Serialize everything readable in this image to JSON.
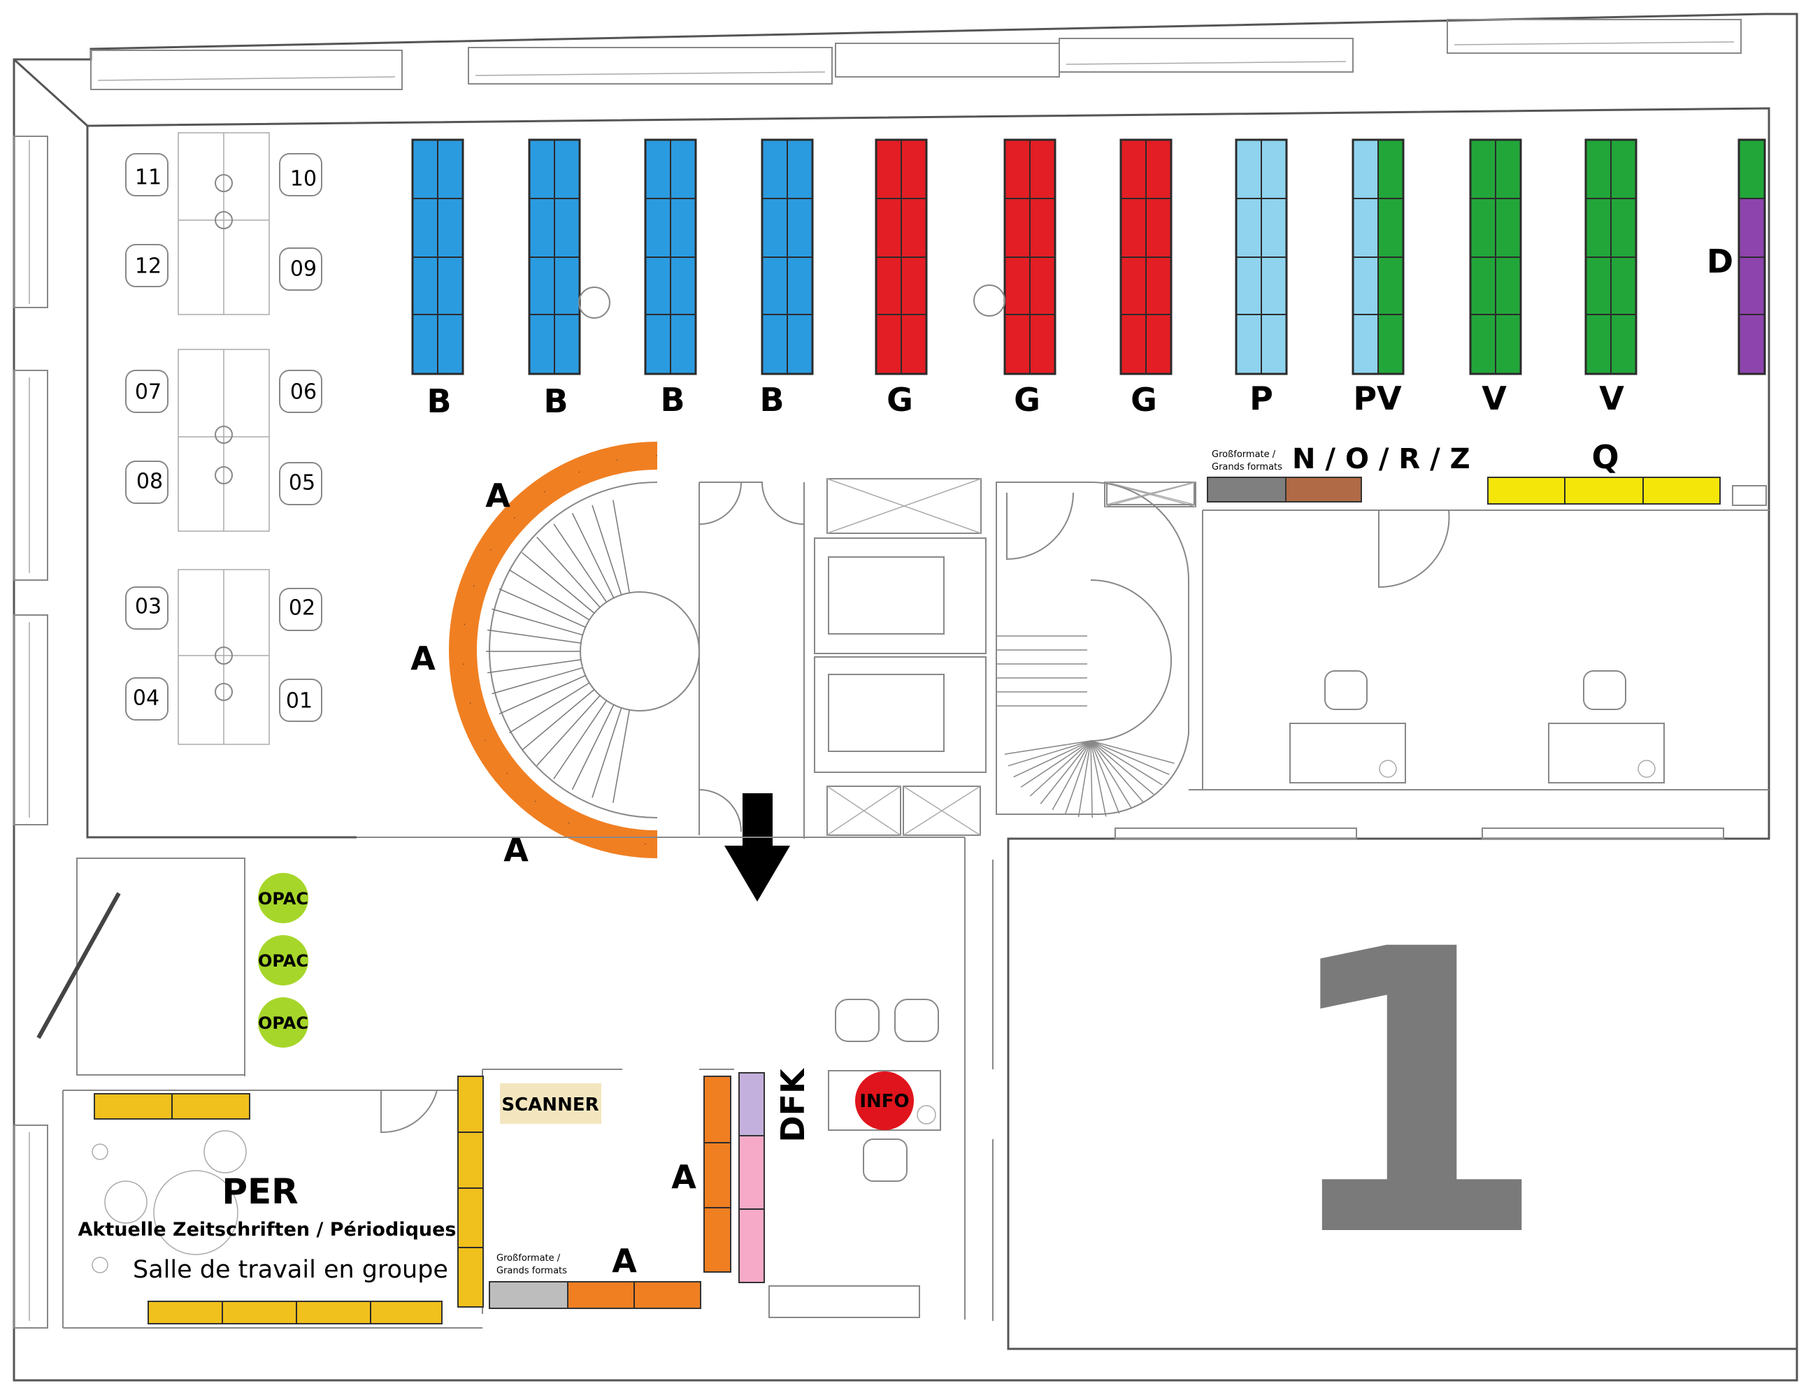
{
  "floor_number": "1",
  "colors": {
    "B": "#2b9be0",
    "G": "#e31e24",
    "P": "#8fd3ee",
    "V": "#22a63a",
    "D": "#8e44ad",
    "A": "#f07f22",
    "Q": "#f5e60a",
    "PER": "#f0c01c",
    "grey_shelf": "#7f7f7f",
    "brown_shelf": "#b06a45",
    "light_grey_shelf": "#bdbdbd",
    "DFK_lilac": "#c4b0dc",
    "DFK_pink": "#f6aac8",
    "opac": "#a6d62a",
    "info": "#e0141c",
    "scanner_bg": "#f3e6bf",
    "floor_number": "#7a7a7a"
  },
  "shelves_top": [
    {
      "label": "B",
      "color": "B"
    },
    {
      "label": "B",
      "color": "B"
    },
    {
      "label": "B",
      "color": "B"
    },
    {
      "label": "B",
      "color": "B"
    },
    {
      "label": "G",
      "color": "G"
    },
    {
      "label": "G",
      "color": "G"
    },
    {
      "label": "G",
      "color": "G"
    },
    {
      "label": "P",
      "color": "P"
    },
    {
      "label": "PV",
      "color": "PV"
    },
    {
      "label": "V",
      "color": "V"
    },
    {
      "label": "V",
      "color": "V"
    },
    {
      "label": "D",
      "color": "D"
    }
  ],
  "seats": [
    "11",
    "10",
    "12",
    "09",
    "07",
    "06",
    "08",
    "05",
    "03",
    "02",
    "04",
    "01"
  ],
  "labels": {
    "A_stair_top": "A",
    "A_stair_mid": "A",
    "A_stair_bottom": "A",
    "A_room": "A",
    "A_bottom": "A",
    "Q": "Q",
    "NORZ": "N / O / R / Z",
    "grossformate_top_1": "Großformate /",
    "grossformate_top_2": "Grands formats",
    "grossformate_bottom_1": "Großformate /",
    "grossformate_bottom_2": "Grands formats",
    "DFK": "DFK",
    "PER": "PER",
    "per_subtitle": "Aktuelle Zeitschriften / Périodiques",
    "group_room": "Salle de travail en groupe",
    "scanner": "SCANNER",
    "info": "INFO",
    "opac": [
      "OPAC",
      "OPAC",
      "OPAC"
    ]
  }
}
